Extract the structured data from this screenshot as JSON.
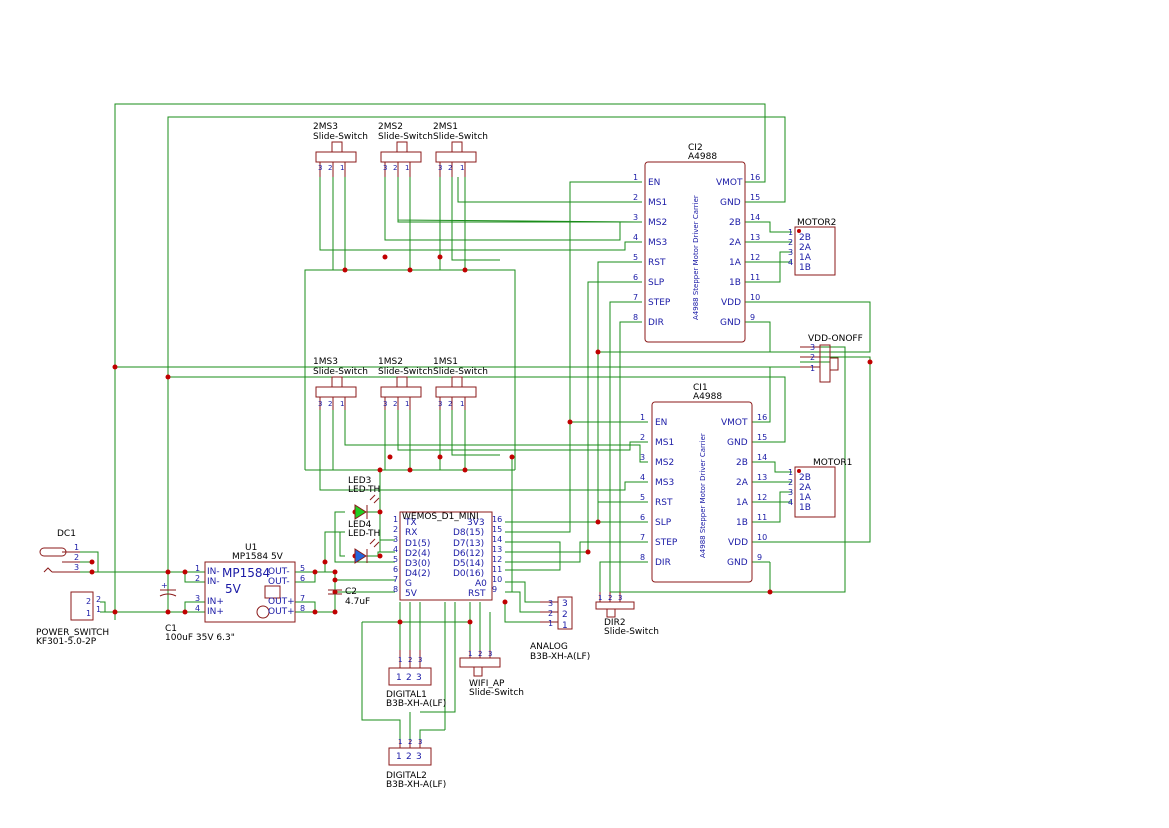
{
  "dc1": {
    "ref": "DC1",
    "pins": [
      "1",
      "2",
      "3"
    ]
  },
  "power_switch": {
    "ref": "POWER_SWITCH",
    "value": "KF301-5.0-2P",
    "pins": [
      "2",
      "1"
    ]
  },
  "c1": {
    "ref": "C1",
    "value": "100uF 35V 6.3\"",
    "plus": "+"
  },
  "u1": {
    "ref": "U1",
    "value": "MP1584 5V",
    "title": "MP1584",
    "subtitle": "5V",
    "left_pins": [
      {
        "num": "1",
        "name": "IN-"
      },
      {
        "num": "2",
        "name": "IN-"
      },
      {
        "num": "3",
        "name": "IN+"
      },
      {
        "num": "4",
        "name": "IN+"
      }
    ],
    "right_pins": [
      {
        "num": "5",
        "name": "OUT-"
      },
      {
        "num": "6",
        "name": "OUT-"
      },
      {
        "num": "7",
        "name": "OUT+"
      },
      {
        "num": "8",
        "name": "OUT+"
      }
    ]
  },
  "c2": {
    "ref": "C2",
    "value": "4.7uF"
  },
  "led3": {
    "ref": "LED3",
    "value": "LED-TH"
  },
  "led4": {
    "ref": "LED4",
    "value": "LED-TH"
  },
  "wemos": {
    "ref": "WEMOS_D1_MINI",
    "left_pins": [
      {
        "num": "1",
        "name": "TX"
      },
      {
        "num": "2",
        "name": "RX"
      },
      {
        "num": "3",
        "name": "D1(5)"
      },
      {
        "num": "4",
        "name": "D2(4)"
      },
      {
        "num": "5",
        "name": "D3(0)"
      },
      {
        "num": "6",
        "name": "D4(2)"
      },
      {
        "num": "7",
        "name": "G"
      },
      {
        "num": "8",
        "name": "5V"
      }
    ],
    "right_pins": [
      {
        "num": "16",
        "name": "3V3"
      },
      {
        "num": "15",
        "name": "D8(15)"
      },
      {
        "num": "14",
        "name": "D7(13)"
      },
      {
        "num": "13",
        "name": "D6(12)"
      },
      {
        "num": "12",
        "name": "D5(14)"
      },
      {
        "num": "11",
        "name": "D0(16)"
      },
      {
        "num": "10",
        "name": "A0"
      },
      {
        "num": "9",
        "name": "RST"
      }
    ]
  },
  "switches": [
    {
      "ref": "2MS3",
      "value": "Slide-Switch",
      "pins": [
        "3",
        "2",
        "1"
      ]
    },
    {
      "ref": "2MS2",
      "value": "Slide-Switch",
      "pins": [
        "3",
        "2",
        "1"
      ]
    },
    {
      "ref": "2MS1",
      "value": "Slide-Switch",
      "pins": [
        "3",
        "2",
        "1"
      ]
    },
    {
      "ref": "1MS3",
      "value": "Slide-Switch",
      "pins": [
        "3",
        "2",
        "1"
      ]
    },
    {
      "ref": "1MS2",
      "value": "Slide-Switch",
      "pins": [
        "3",
        "2",
        "1"
      ]
    },
    {
      "ref": "1MS1",
      "value": "Slide-Switch",
      "pins": [
        "3",
        "2",
        "1"
      ]
    },
    {
      "ref": "DIR2",
      "value": "Slide-Switch",
      "pins": [
        "1",
        "2",
        "3"
      ]
    },
    {
      "ref": "WIFI_AP",
      "value": "Slide-Switch",
      "pins": [
        "1",
        "2",
        "3"
      ]
    }
  ],
  "vdd_onoff": {
    "ref": "VDD-ONOFF",
    "pins": [
      "3",
      "2",
      "1"
    ]
  },
  "drivers": [
    {
      "ref": "CI2",
      "value": "A4988",
      "side_label": "A4988 Stepper Motor Driver Carrier",
      "left_pins": [
        {
          "num": "1",
          "name": "EN"
        },
        {
          "num": "2",
          "name": "MS1"
        },
        {
          "num": "3",
          "name": "MS2"
        },
        {
          "num": "4",
          "name": "MS3"
        },
        {
          "num": "5",
          "name": "RST"
        },
        {
          "num": "6",
          "name": "SLP"
        },
        {
          "num": "7",
          "name": "STEP"
        },
        {
          "num": "8",
          "name": "DIR"
        }
      ],
      "right_pins": [
        {
          "num": "16",
          "name": "VMOT"
        },
        {
          "num": "15",
          "name": "GND"
        },
        {
          "num": "14",
          "name": "2B"
        },
        {
          "num": "13",
          "name": "2A"
        },
        {
          "num": "12",
          "name": "1A"
        },
        {
          "num": "11",
          "name": "1B"
        },
        {
          "num": "10",
          "name": "VDD"
        },
        {
          "num": "9",
          "name": "GND"
        }
      ]
    },
    {
      "ref": "CI1",
      "value": "A4988",
      "side_label": "A4988 Stepper Motor Driver Carrier",
      "left_pins": [
        {
          "num": "1",
          "name": "EN"
        },
        {
          "num": "2",
          "name": "MS1"
        },
        {
          "num": "3",
          "name": "MS2"
        },
        {
          "num": "4",
          "name": "MS3"
        },
        {
          "num": "5",
          "name": "RST"
        },
        {
          "num": "6",
          "name": "SLP"
        },
        {
          "num": "7",
          "name": "STEP"
        },
        {
          "num": "8",
          "name": "DIR"
        }
      ],
      "right_pins": [
        {
          "num": "16",
          "name": "VMOT"
        },
        {
          "num": "15",
          "name": "GND"
        },
        {
          "num": "14",
          "name": "2B"
        },
        {
          "num": "13",
          "name": "2A"
        },
        {
          "num": "12",
          "name": "1A"
        },
        {
          "num": "11",
          "name": "1B"
        },
        {
          "num": "10",
          "name": "VDD"
        },
        {
          "num": "9",
          "name": "GND"
        }
      ]
    }
  ],
  "motors": [
    {
      "ref": "MOTOR2",
      "pins": [
        {
          "num": "1",
          "name": "2B"
        },
        {
          "num": "2",
          "name": "2A"
        },
        {
          "num": "3",
          "name": "1A"
        },
        {
          "num": "4",
          "name": "1B"
        }
      ]
    },
    {
      "ref": "MOTOR1",
      "pins": [
        {
          "num": "1",
          "name": "2B"
        },
        {
          "num": "2",
          "name": "2A"
        },
        {
          "num": "3",
          "name": "1A"
        },
        {
          "num": "4",
          "name": "1B"
        }
      ]
    }
  ],
  "connectors": [
    {
      "ref": "ANALOG",
      "value": "B3B-XH-A(LF)",
      "pins": [
        "3",
        "2",
        "1"
      ]
    },
    {
      "ref": "DIGITAL1",
      "value": "B3B-XH-A(LF)",
      "pins": [
        "1",
        "2",
        "3"
      ]
    },
    {
      "ref": "DIGITAL2",
      "value": "B3B-XH-A(LF)",
      "pins": [
        "1",
        "2",
        "3"
      ]
    }
  ],
  "colors": {
    "wire": "#1a8c1a",
    "body": "#8b1a1a",
    "junction": "#c00000",
    "pin_text": "#1a1aa6",
    "led_green": "#22cc22",
    "led_blue": "#2266dd"
  }
}
